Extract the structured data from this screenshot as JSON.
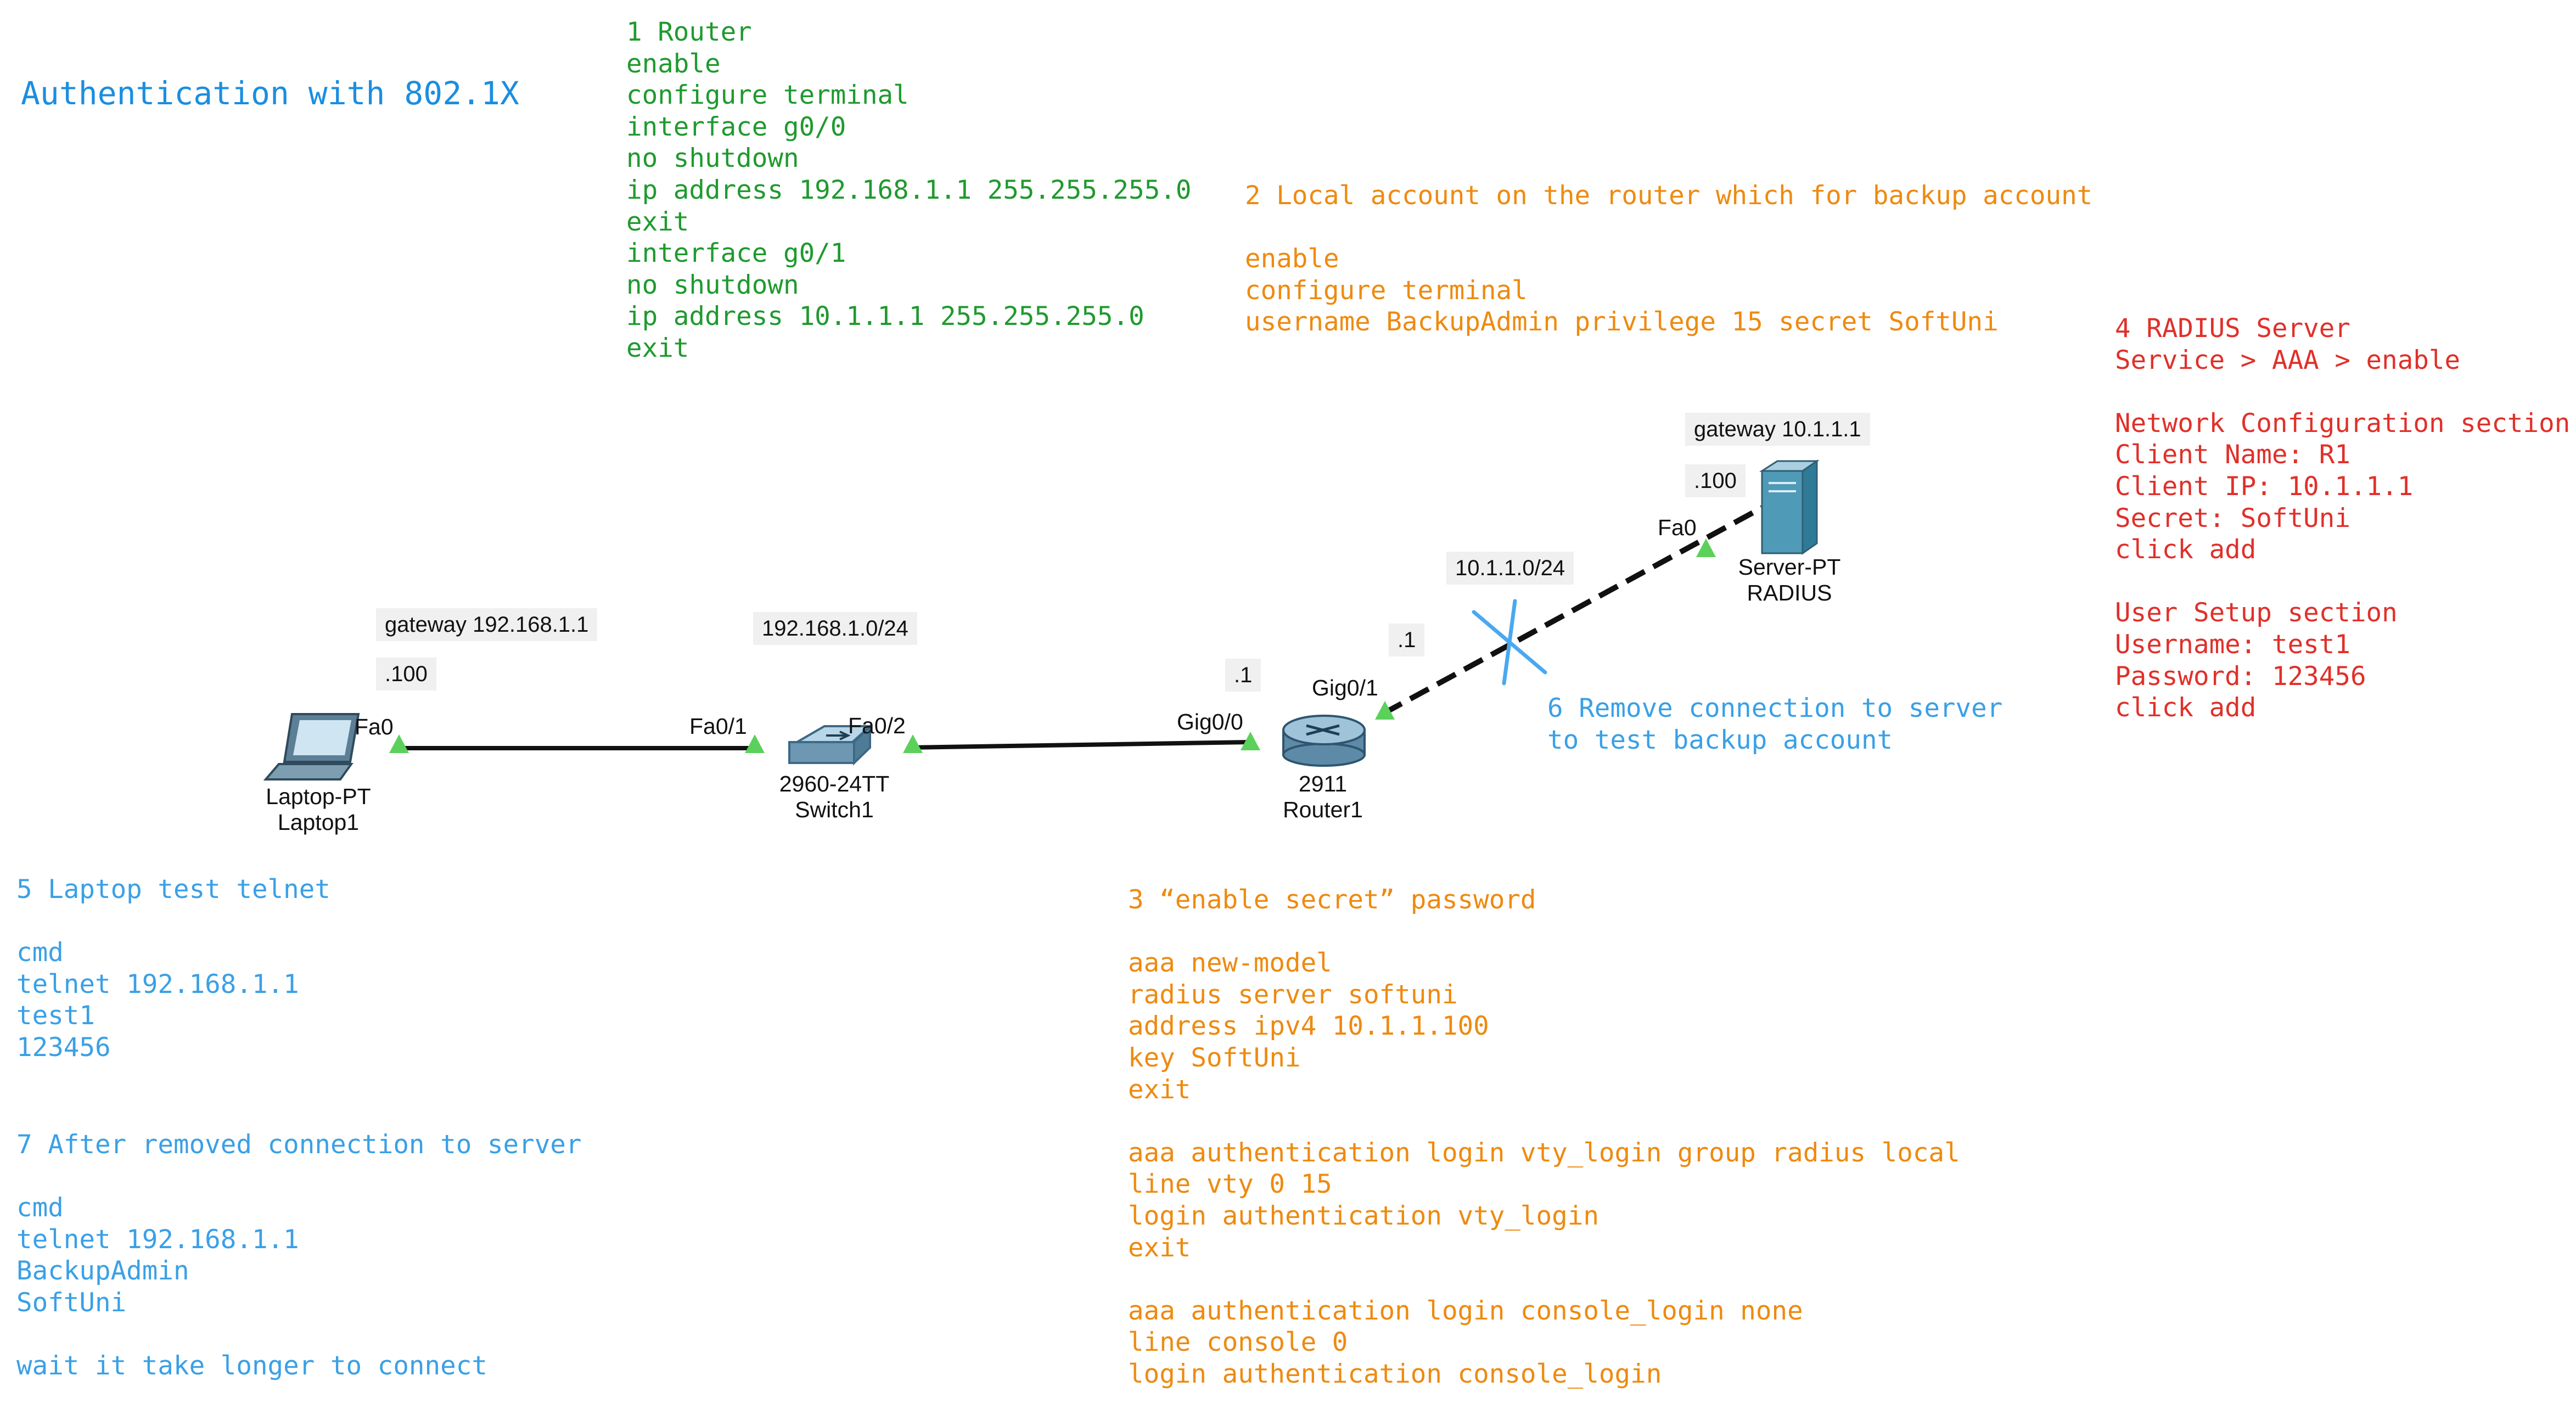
{
  "title": "Authentication with 802.1X",
  "colors": {
    "title": "#1a8ee0",
    "green_note": "#1f9a2f",
    "orange_note": "#ee8a10",
    "red_note": "#e0302a",
    "blue_note": "#3aa0e6",
    "port_marker": "#5bd15b",
    "cut_mark": "#4aa8f0"
  },
  "notes": {
    "step1": [
      "1 Router",
      "enable",
      "configure terminal",
      "interface g0/0",
      "no shutdown",
      "ip address 192.168.1.1 255.255.255.0",
      "exit",
      "interface g0/1",
      "no shutdown",
      "ip address 10.1.1.1 255.255.255.0",
      "exit"
    ],
    "step2": [
      "2 Local account on the router which for backup account",
      "",
      "enable",
      "configure terminal",
      "username BackupAdmin privilege 15 secret SoftUni"
    ],
    "step3": [
      "3 “enable secret” password",
      "",
      "aaa new-model",
      "radius server softuni",
      "address ipv4 10.1.1.100",
      "key SoftUni",
      "exit",
      "",
      "aaa authentication login vty_login group radius local",
      "line vty 0 15",
      "login authentication vty_login",
      "exit",
      "",
      "aaa authentication login console_login none",
      "line console 0",
      "login authentication console_login"
    ],
    "step4": [
      "4 RADIUS Server",
      "Service > AAA > enable",
      "",
      "Network Configuration section",
      "Client Name: R1",
      "Client IP: 10.1.1.1",
      "Secret: SoftUni",
      "click add",
      "",
      "User Setup section",
      "Username: test1",
      "Password: 123456",
      "click add"
    ],
    "step5": [
      "5 Laptop test telnet",
      "",
      "cmd",
      "telnet 192.168.1.1",
      "test1",
      "123456"
    ],
    "step6": [
      "6 Remove connection to server",
      "to test backup account"
    ],
    "step7": [
      "7 After removed connection to server",
      "",
      "cmd",
      "telnet 192.168.1.1",
      "BackupAdmin",
      "SoftUni",
      "",
      "wait it take longer to connect"
    ]
  },
  "diagram": {
    "laptop": {
      "model": "Laptop-PT",
      "name": "Laptop1",
      "icon": "laptop-icon"
    },
    "switch": {
      "model": "2960-24TT",
      "name": "Switch1",
      "icon": "switch-icon"
    },
    "router": {
      "model": "2911",
      "name": "Router1",
      "icon": "router-icon"
    },
    "server": {
      "model": "Server-PT",
      "name": "RADIUS",
      "icon": "server-icon"
    },
    "ports": {
      "laptop_fa0": "Fa0",
      "switch_fa01": "Fa0/1",
      "switch_fa02": "Fa0/2",
      "router_gig00": "Gig0/0",
      "router_gig01": "Gig0/1",
      "server_fa0": "Fa0"
    },
    "tags": {
      "laptop_gateway": "gateway 192.168.1.1",
      "laptop_ip": ".100",
      "lan_subnet": "192.168.1.0/24",
      "router_lan_ip": ".1",
      "wan_subnet": "10.1.1.0/24",
      "router_wan_ip": ".1",
      "server_gateway": "gateway 10.1.1.1",
      "server_ip": ".100"
    }
  }
}
